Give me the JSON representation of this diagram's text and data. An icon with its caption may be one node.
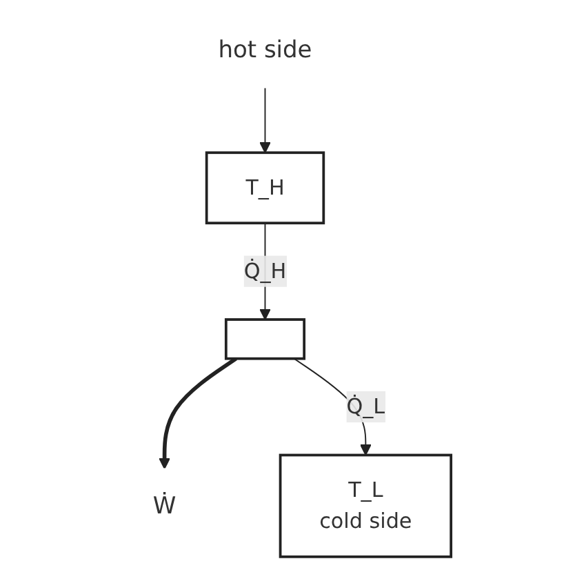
{
  "diagram": {
    "nodes": [
      {
        "text": [
          "T_H"
        ]
      },
      {
        "text": [
          "hot side"
        ]
      },
      {
        "text": [],
        "shape": "box"
      },
      {
        "text": [
          "Ẇ"
        ]
      },
      {
        "text": [
          "T_L",
          "cold side"
        ]
      }
    ],
    "edges": [
      {
        "from": 1,
        "to": 0,
        "arrow": "to"
      },
      {
        "from": 0,
        "to": 2,
        "label": "Q̇_H",
        "arrow": "to"
      },
      {
        "from": 2,
        "to": 3,
        "arrow": "to",
        "style": "thick"
      },
      {
        "from": 2,
        "to": 4,
        "label": "Q̇_L",
        "arrow": "to"
      }
    ]
  }
}
